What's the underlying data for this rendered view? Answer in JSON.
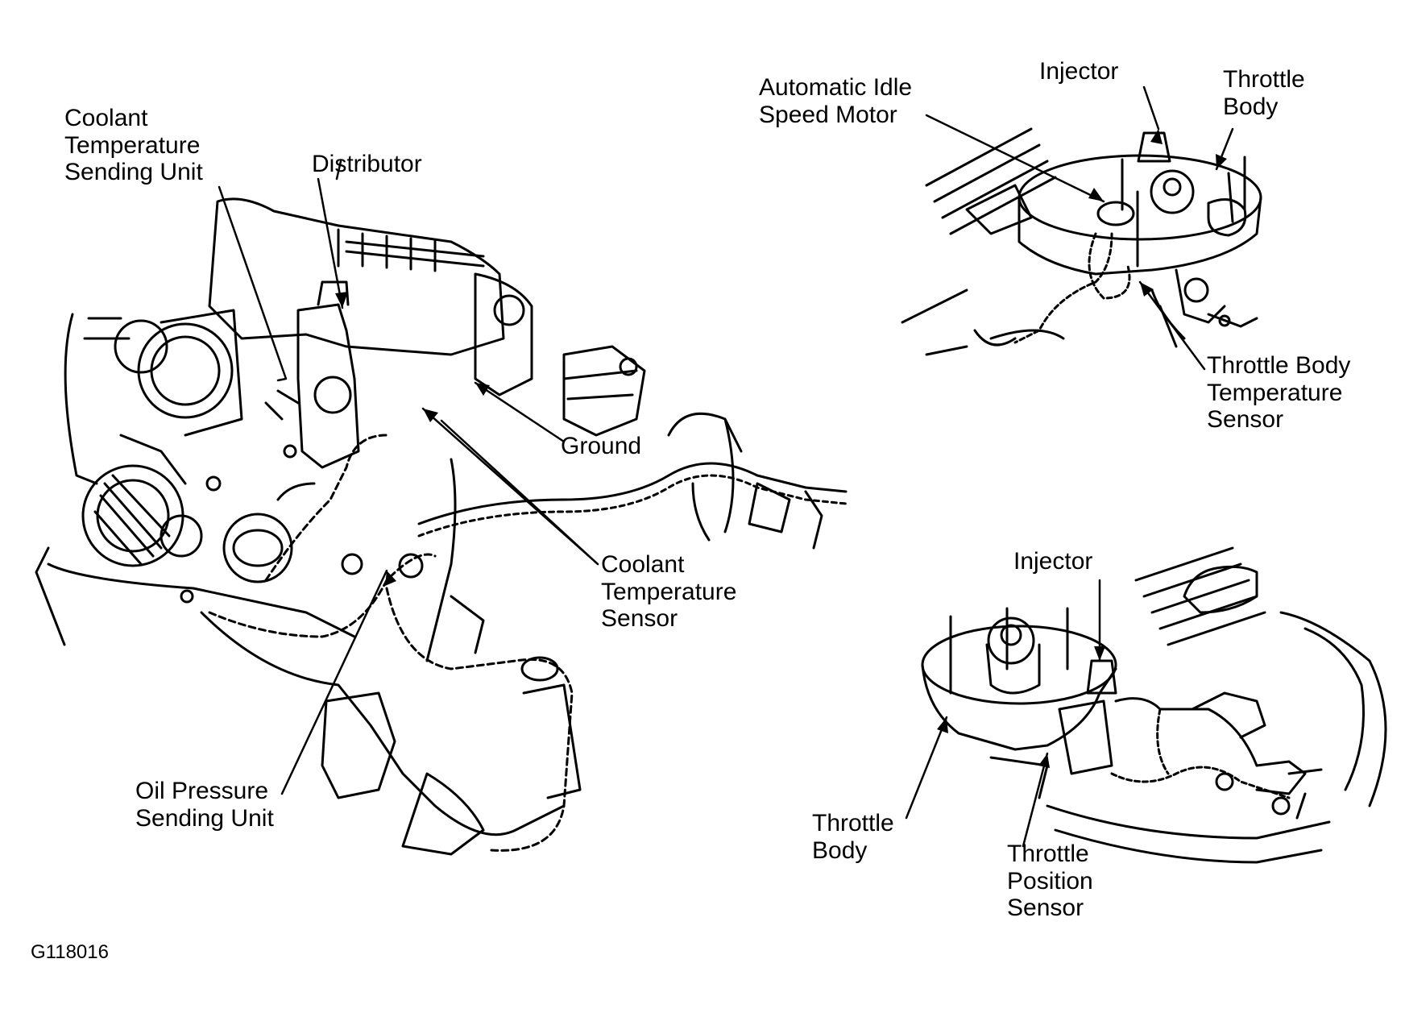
{
  "figure_id": "G118016",
  "labels": {
    "coolant_sending_unit": "Coolant\nTemperature\nSending Unit",
    "distributor": "Distributor",
    "ground": "Ground",
    "coolant_sensor": "Coolant\nTemperature\nSensor",
    "oil_pressure": "Oil Pressure\nSending Unit",
    "ais_motor": "Automatic Idle\nSpeed Motor",
    "injector_top": "Injector",
    "throttle_body_top": "Throttle\nBody",
    "tb_temp_sensor": "Throttle Body\nTemperature\nSensor",
    "injector_bottom": "Injector",
    "throttle_body_bottom": "Throttle\nBody",
    "tps": "Throttle\nPosition\nSensor"
  },
  "colors": {
    "ink": "#000000",
    "paper": "#ffffff"
  }
}
